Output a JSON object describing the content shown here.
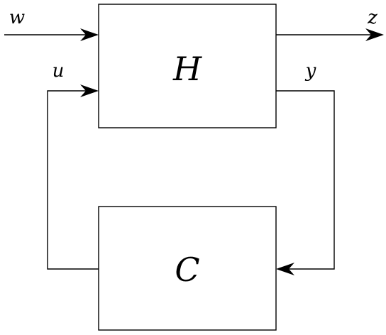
{
  "blocks": {
    "plant": {
      "label": "H"
    },
    "controller": {
      "label": "C"
    }
  },
  "signals": {
    "disturbance": {
      "label": "w"
    },
    "performance_output": {
      "label": "z"
    },
    "control_input": {
      "label": "u"
    },
    "measured_output": {
      "label": "y"
    }
  },
  "colors": {
    "stroke": "#000000",
    "background": "#ffffff"
  }
}
